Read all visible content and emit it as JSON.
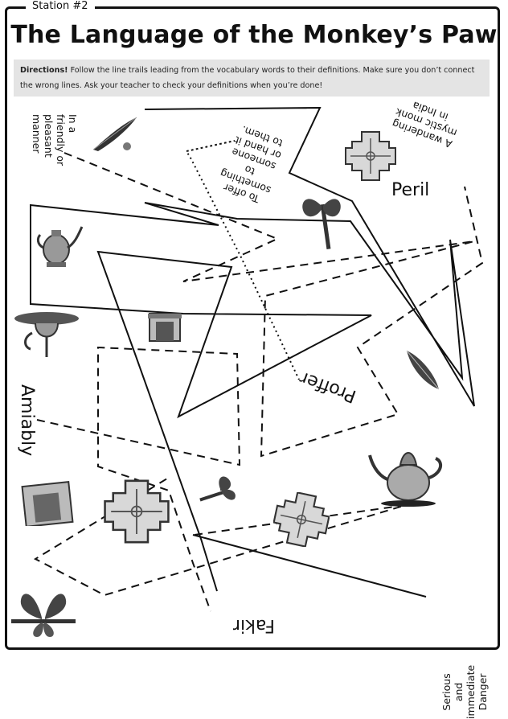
{
  "header": {
    "station": "Station #2",
    "title": "The Language of the Monkey’s Paw",
    "directions_label": "Directions!",
    "directions_text": " Follow the line trails leading from the vocabulary words to their definitions. Make sure you don’t connect the wrong lines. Ask your teacher to check your definitions when you’re done!"
  },
  "words": {
    "peril": "Peril",
    "proffer": "Proffer",
    "amiably": "Amiably",
    "fakir": "Fakir"
  },
  "definitions": {
    "amiably_def": [
      "In a",
      "friendly or",
      "pleasant",
      "manner"
    ],
    "proffer_def": [
      "To offer",
      "something",
      "to",
      "someone",
      "or hand it",
      "to them."
    ],
    "fakir_def": [
      "A wandering",
      "mystic monk",
      "in India"
    ],
    "peril_def": [
      "Serious",
      "and",
      "immediate",
      "Danger"
    ]
  },
  "icons": {
    "quill": "quill-pen-icon",
    "butterfly": "butterfly-icon",
    "teapot": "teapot-icon",
    "fireplace": "fireplace-icon",
    "puzzle": "puzzle-piece-icon",
    "lamp": "oil-lamp-icon",
    "feather": "feather-icon"
  }
}
